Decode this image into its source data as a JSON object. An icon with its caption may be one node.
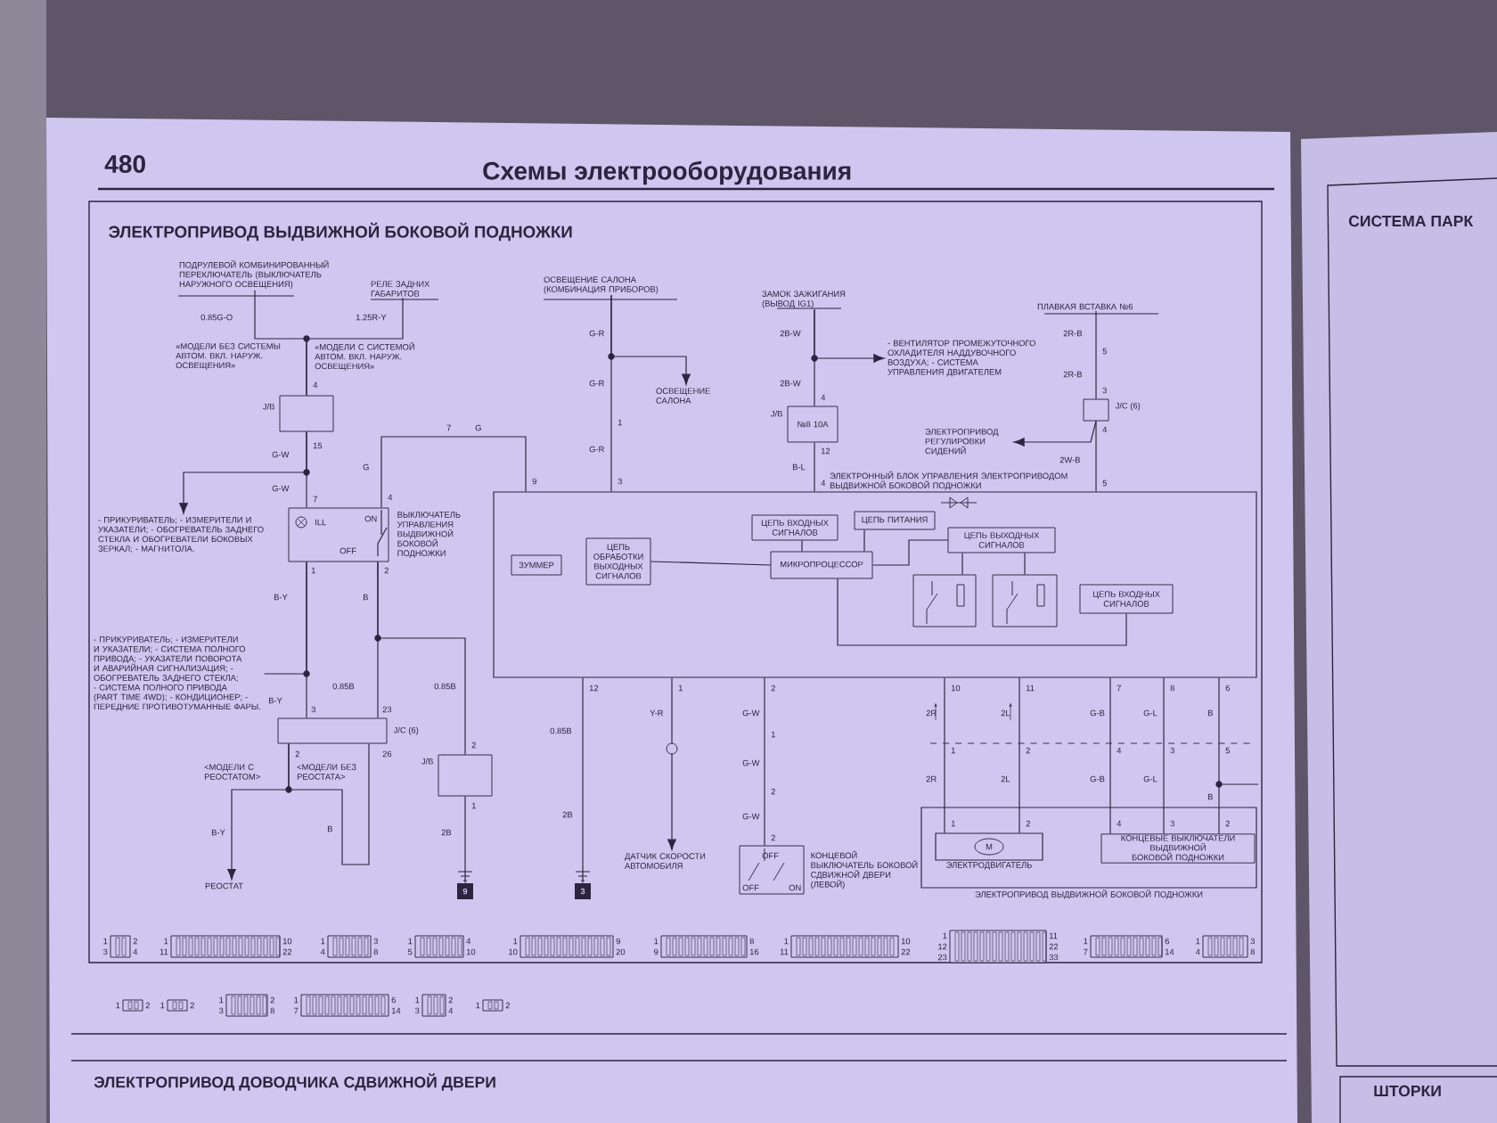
{
  "diagram": {
    "title": "ЭЛЕКТРОПРИВОД ВЫДВИЖНОЙ БОКОВОЙ ПОДНОЖКИ",
    "nodes": [
      {
        "text": [
          "ПОДРУЛЕВОЙ КОМБИНИРОВАННЫЙ ПЕРЕКЛЮЧАТЕЛЬ (ВЫКЛЮЧАТЕЛЬ НАРУЖНОГО ОСВЕЩЕНИЯ)"
        ]
      },
      {
        "text": [
          "РЕЛЕ ЗАДНИХ ГАБАРИТОВ"
        ]
      },
      {
        "text": [
          "ОСВЕЩЕНИЕ САЛОНА (КОМБИНАЦИЯ ПРИБОРОВ)"
        ]
      },
      {
        "text": [
          "ЗАМОК ЗАЖИГАНИЯ (ВЫВОД IG1)"
        ]
      },
      {
        "text": [
          "ПЛАВКАЯ ВСТАВКА №6"
        ]
      },
      {
        "text": [],
        "shape": "box",
        "beside": [
          "J/B"
        ]
      },
      {
        "text": [],
        "shape": "box",
        "beside": [
          "ВЫКЛЮЧАТЕЛЬ УПРАВЛЕНИЯ ВЫДВИЖНОЙ БОКОВОЙ ПОДНОЖКИ"
        ]
      },
      {
        "text": [],
        "shape": "box",
        "beside": [
          "J/C (6)"
        ]
      },
      {
        "text": [],
        "shape": "box",
        "beside": [
          "J/B"
        ]
      },
      {
        "text": [
          "9"
        ]
      },
      {
        "text": [
          "3"
        ]
      },
      {
        "text": [
          "ЭЛЕКТРОННЫЙ БЛОК УПРАВЛЕНИЯ ЭЛЕКТРОПРИВОДОМ ВЫДВИЖНОЙ БОКОВОЙ ПОДНОЖКИ"
        ]
      },
      {
        "text": [
          "ЗУММЕР"
        ],
        "in": 11
      },
      {
        "text": [
          "ЦЕПЬ ОБРАБОТКИ ВЫХОДНЫХ СИГНАЛОВ"
        ],
        "in": 11
      },
      {
        "text": [
          "ЦЕПЬ ВХОДНЫХ СИГНАЛОВ"
        ],
        "in": 11
      },
      {
        "text": [
          "ЦЕПЬ ПИТАНИЯ"
        ],
        "in": 11
      },
      {
        "text": [
          "МИКРОПРОЦЕССОР"
        ],
        "in": 11
      },
      {
        "text": [
          "ЦЕПЬ ВЫХОДНЫХ СИГНАЛОВ"
        ],
        "in": 11
      },
      {
        "text": [],
        "shape": "box",
        "in": 11
      },
      {
        "text": [],
        "shape": "box",
        "in": 11
      },
      {
        "text": [
          "ЦЕПЬ ВХОДНЫХ СИГНАЛОВ"
        ],
        "in": 11
      },
      {
        "text": [
          "ЭЛЕКТРОПРИВОД ВЫДВИЖНОЙ БОКОВОЙ ПОДНОЖКИ"
        ]
      },
      {
        "text": [
          "ЭЛЕКТРОДВИГАТЕЛЬ"
        ],
        "in": 21
      },
      {
        "text": [
          "КОНЦЕВЫЕ ВЫКЛЮЧАТЕЛИ ВЫДВИЖНОЙ БОКОВОЙ ПОДНОЖКИ"
        ],
        "in": 21
      },
      {
        "text": [
          "ДАТЧИК СКОРОСТИ АВТОМОБИЛЯ"
        ]
      },
      {
        "text": [],
        "shape": "box",
        "beside": [
          "КОНЦЕВОЙ ВЫКЛЮЧАТЕЛЬ БОКОВОЙ СДВИЖНОЙ ДВЕРИ (ЛЕВОЙ)"
        ]
      },
      {
        "text": [
          "№8 10A"
        ],
        "beside": [
          "J/B"
        ]
      },
      {
        "text": [],
        "shape": "box",
        "beside": [
          "J/C (6)"
        ]
      },
      {
        "text": [
          "ОСВЕЩЕНИЕ САЛОНА"
        ]
      },
      {
        "text": [
          "- ВЕНТИЛЯТОР ПРОМЕЖУТОЧНОГО ОХЛАДИТЕЛЯ НАДДУВОЧНОГО ВОЗДУХА; - СИСТЕМА УПРАВЛЕНИЯ ДВИГАТЕЛЕМ"
        ]
      },
      {
        "text": [
          "ЭЛЕКТРОПРИВОД РЕГУЛИРОВКИ СИДЕНИЙ"
        ]
      },
      {
        "text": [
          "- ПРИКУРИВАТЕЛЬ; - ИЗМЕРИТЕЛИ И УКАЗАТЕЛИ; - ОБОГРЕВАТЕЛЬ ЗАДНЕГО СТЕКЛА И ОБОГРЕВАТЕЛИ БОКОВЫХ ЗЕРКАЛ; - МАГНИТОЛА."
        ]
      },
      {
        "text": [
          "- ПРИКУРИВАТЕЛЬ; - ИЗМЕРИТЕЛИ И УКАЗАТЕЛИ; - СИСТЕМА ПОЛНОГО ПРИВОДА; - УКАЗАТЕЛИ ПОВОРОТА И АВАРИЙНАЯ СИГНАЛИЗАЦИЯ; - ОБОГРЕВАТЕЛЬ ЗАДНЕГО СТЕКЛА; - СИСТЕМА ПОЛНОГО ПРИВОДА (PART TIME 4WD); - КОНДИЦИОНЕР; - ПЕРЕДНИЕ ПРОТИВОТУМАННЫЕ ФАРЫ."
        ]
      },
      {
        "text": [
          "РЕОСТАТ"
        ]
      }
    ],
    "edges": [
      {
        "from": 0,
        "to": 5,
        "arrow": "none"
      },
      {
        "from": 1,
        "to": 5,
        "arrow": "none"
      },
      {
        "from": 5,
        "to": 6,
        "arrow": "none"
      },
      {
        "from": 5,
        "to": 31,
        "arrow": "to"
      },
      {
        "from": 6,
        "to": 7,
        "arrow": "none"
      },
      {
        "from": 6,
        "to": 32,
        "arrow": "none"
      },
      {
        "from": 6,
        "to": 11,
        "arrow": "none"
      },
      {
        "from": 6,
        "to": 8,
        "arrow": "none"
      },
      {
        "from": 6,
        "to": 7,
        "arrow": "none"
      },
      {
        "from": 7,
        "to": 33,
        "arrow": "to"
      },
      {
        "from": 8,
        "to": 9,
        "arrow": "none"
      },
      {
        "from": 11,
        "to": 10,
        "arrow": "none"
      },
      {
        "from": 2,
        "to": 11,
        "arrow": "none"
      },
      {
        "from": 2,
        "to": 28,
        "arrow": "to"
      },
      {
        "from": 3,
        "to": 26,
        "arrow": "none"
      },
      {
        "from": 3,
        "to": 29,
        "arrow": "to"
      },
      {
        "from": 26,
        "to": 11,
        "arrow": "none"
      },
      {
        "from": 4,
        "to": 27,
        "arrow": "none"
      },
      {
        "from": 27,
        "to": 30,
        "arrow": "to"
      },
      {
        "from": 27,
        "to": 11,
        "arrow": "none"
      },
      {
        "from": 11,
        "to": 24,
        "arrow": "to"
      },
      {
        "from": 11,
        "to": 25,
        "arrow": "none"
      },
      {
        "from": 11,
        "to": 22,
        "arrow": "none"
      },
      {
        "from": 11,
        "to": 22,
        "arrow": "none"
      },
      {
        "from": 11,
        "to": 23,
        "arrow": "none"
      },
      {
        "from": 11,
        "to": 23,
        "arrow": "none"
      },
      {
        "from": 11,
        "to": 23,
        "arrow": "none"
      },
      {
        "from": 14,
        "to": 16,
        "arrow": "none"
      },
      {
        "from": 16,
        "to": 13,
        "arrow": "none"
      },
      {
        "from": 16,
        "to": 17,
        "arrow": "none"
      },
      {
        "from": 17,
        "to": 18,
        "arrow": "none"
      },
      {
        "from": 17,
        "to": 19,
        "arrow": "none"
      },
      {
        "from": 16,
        "to": 15,
        "arrow": "none"
      },
      {
        "from": 20,
        "to": 16,
        "arrow": "none"
      },
      {
        "from": 7,
        "to": 7,
        "arrow": "none"
      }
    ],
    "labels": [
      "480",
      "Схемы электрооборудования",
      "0.85G-O",
      "1.25R-Y",
      "«МОДЕЛИ БЕЗ СИСТЕМЫ АВТОМ. ВКЛ. НАРУЖ. ОСВЕЩЕНИЯ»",
      "«МОДЕЛИ С СИСТЕМОЙ АВТОМ. ВКЛ. НАРУЖ. ОСВЕЩЕНИЯ»",
      "4",
      "15",
      "G-W",
      "G-W",
      "7",
      "G",
      "4",
      "7",
      "G",
      "9",
      "ILL",
      "OFF",
      "ON",
      "1",
      "2",
      "B-Y",
      "B",
      "0.85B",
      "0.85B",
      "B-Y",
      "3",
      "23",
      "2",
      "26",
      "<МОДЕЛИ С РЕОСТАТОМ>",
      "<МОДЕЛИ БЕЗ РЕОСТАТА>",
      "B-Y",
      "B",
      "2",
      "1",
      "2B",
      "G-R",
      "G-R",
      "1",
      "G-R",
      "3",
      "2B-W",
      "2B-W",
      "4",
      "12",
      "B-L",
      "4",
      "2R-B",
      "5",
      "2R-B",
      "3",
      "4",
      "2W-B",
      "5",
      "12",
      "0.85B",
      "2B",
      "1",
      "Y-R",
      "2",
      "G-W",
      "1",
      "G-W",
      "2",
      "G-W",
      "2",
      "OFF",
      "OFF",
      "ON",
      "10",
      "11",
      "7",
      "8",
      "6",
      "2R",
      "2L",
      "G-B",
      "G-L",
      "B",
      "1",
      "2",
      "4",
      "3",
      "5",
      "2R",
      "2L",
      "G-B",
      "G-L",
      "B",
      "1",
      "2",
      "4",
      "3",
      "2",
      "1",
      "2",
      "3",
      "4",
      "1",
      "10",
      "11",
      "22",
      "1",
      "3",
      "4",
      "8",
      "1",
      "4",
      "5",
      "10",
      "1",
      "9",
      "10",
      "20",
      "1",
      "8",
      "9",
      "16",
      "1",
      "10",
      "11",
      "22",
      "1",
      "11",
      "12",
      "22",
      "23",
      "33",
      "1",
      "6",
      "7",
      "14",
      "1",
      "3",
      "4",
      "8",
      "1",
      "2",
      "1",
      "2",
      "1",
      "2",
      "3",
      "8",
      "1",
      "6",
      "7",
      "14",
      "1",
      "2",
      "3",
      "4",
      "1",
      "2",
      "ЭЛЕКТРОПРИВОД ДОВОДЧИКА СДВИЖНОЙ ДВЕРИ",
      "СИСТЕМА ПАРК",
      "ШТОРКИ",
      "M"
    ]
  }
}
